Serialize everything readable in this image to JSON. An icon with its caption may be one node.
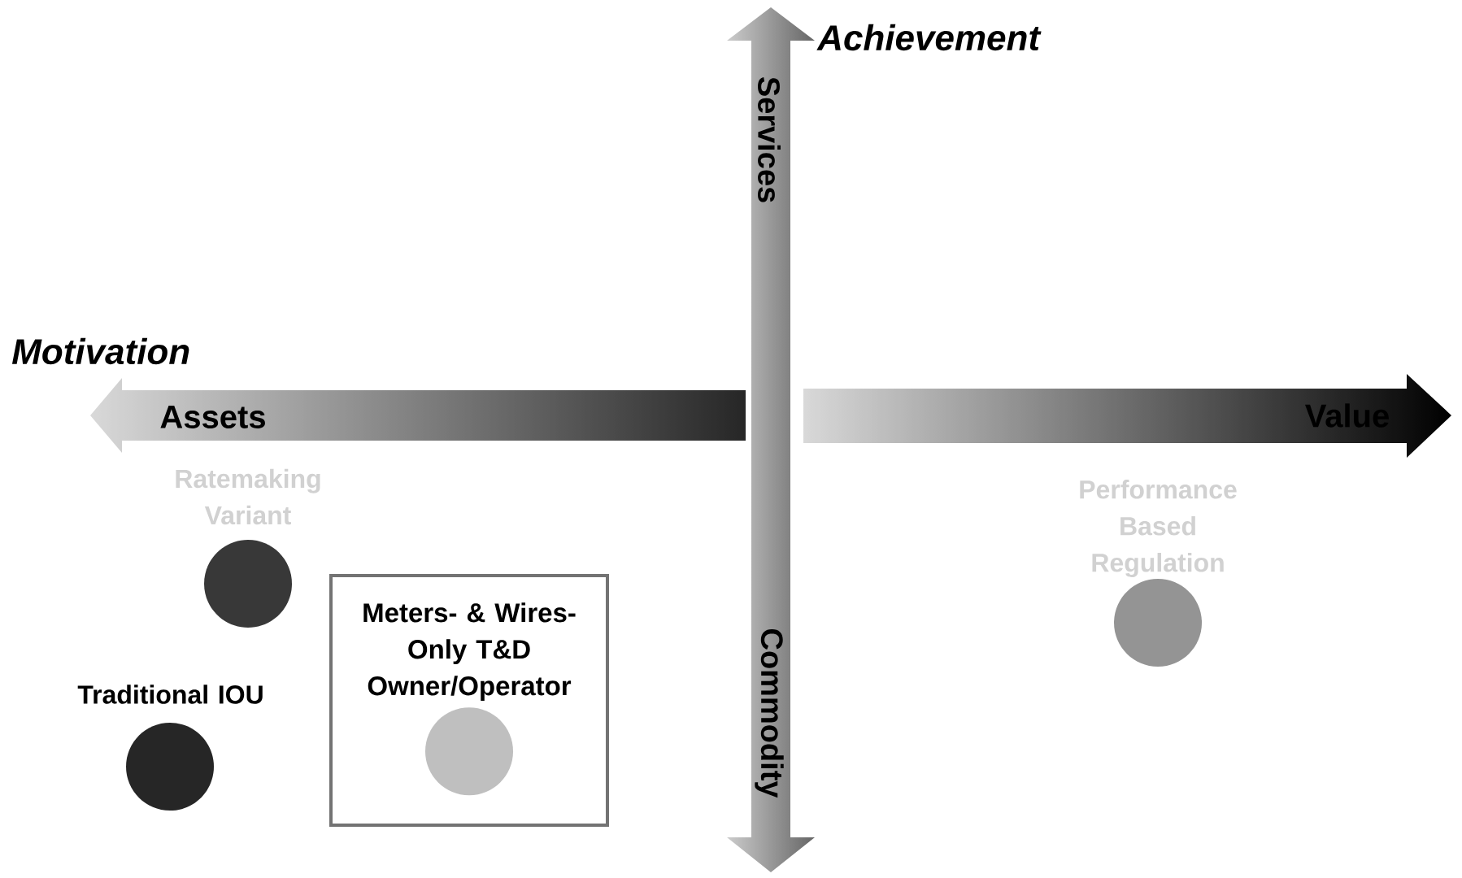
{
  "diagram": {
    "nodes": [
      {
        "text": [],
        "shape": "circle",
        "beside": [
          "Ratemaking Variant"
        ]
      },
      {
        "text": [],
        "shape": "circle",
        "beside": [
          "Traditional IOU"
        ]
      },
      {
        "text": [
          "Meters- & Wires- Only T&D Owner/Operator"
        ]
      },
      {
        "text": [],
        "shape": "circle",
        "in": 2
      },
      {
        "text": [],
        "shape": "circle",
        "beside": [
          "Performance Based Regulation"
        ]
      }
    ],
    "edges": [],
    "labels": [
      "Achievement",
      "Services",
      "Motivation",
      "Assets",
      "Value",
      "Commodity"
    ]
  }
}
